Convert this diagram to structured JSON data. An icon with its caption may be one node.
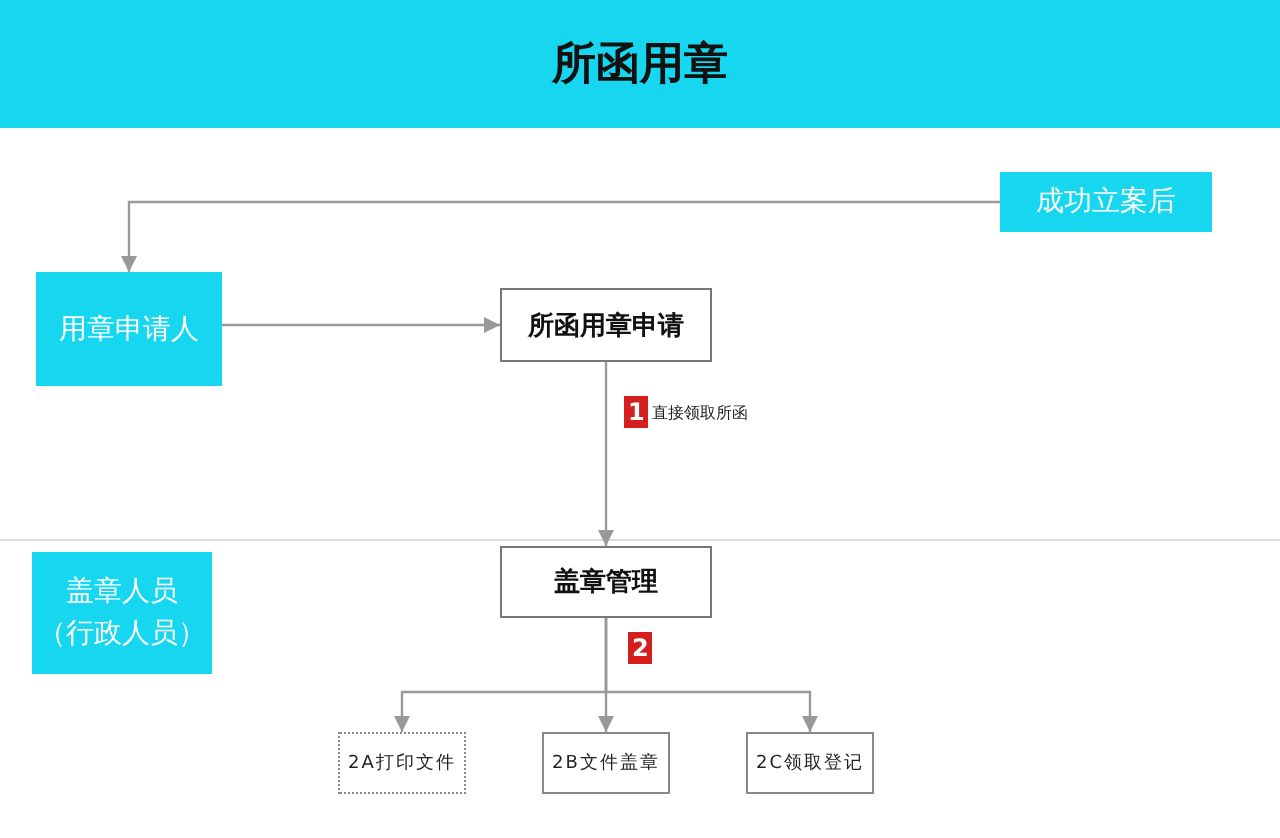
{
  "diagram": {
    "title": "所函用章",
    "nodes": [
      {
        "text": [
          "成功立案后"
        ]
      },
      {
        "text": [
          "用章申请人"
        ]
      },
      {
        "text": [
          "所函用章申请"
        ]
      },
      {
        "text": [
          "盖章人员（行政人员）"
        ]
      },
      {
        "text": [
          "盖章管理"
        ]
      },
      {
        "text": [
          "2A打印文件"
        ]
      },
      {
        "text": [
          "2B文件盖章"
        ]
      },
      {
        "text": [
          "2C领取登记"
        ]
      }
    ],
    "edges": [
      {
        "from": 0,
        "to": 1,
        "arrow": "to"
      },
      {
        "from": 1,
        "to": 2,
        "arrow": "to"
      },
      {
        "from": 2,
        "to": 4,
        "arrow": "to",
        "label": "直接领取所函"
      },
      {
        "from": 4,
        "to": 5,
        "arrow": "to"
      },
      {
        "from": 4,
        "to": 6,
        "arrow": "to"
      },
      {
        "from": 4,
        "to": 7,
        "arrow": "to"
      }
    ],
    "labels": [
      "1",
      "2"
    ]
  }
}
